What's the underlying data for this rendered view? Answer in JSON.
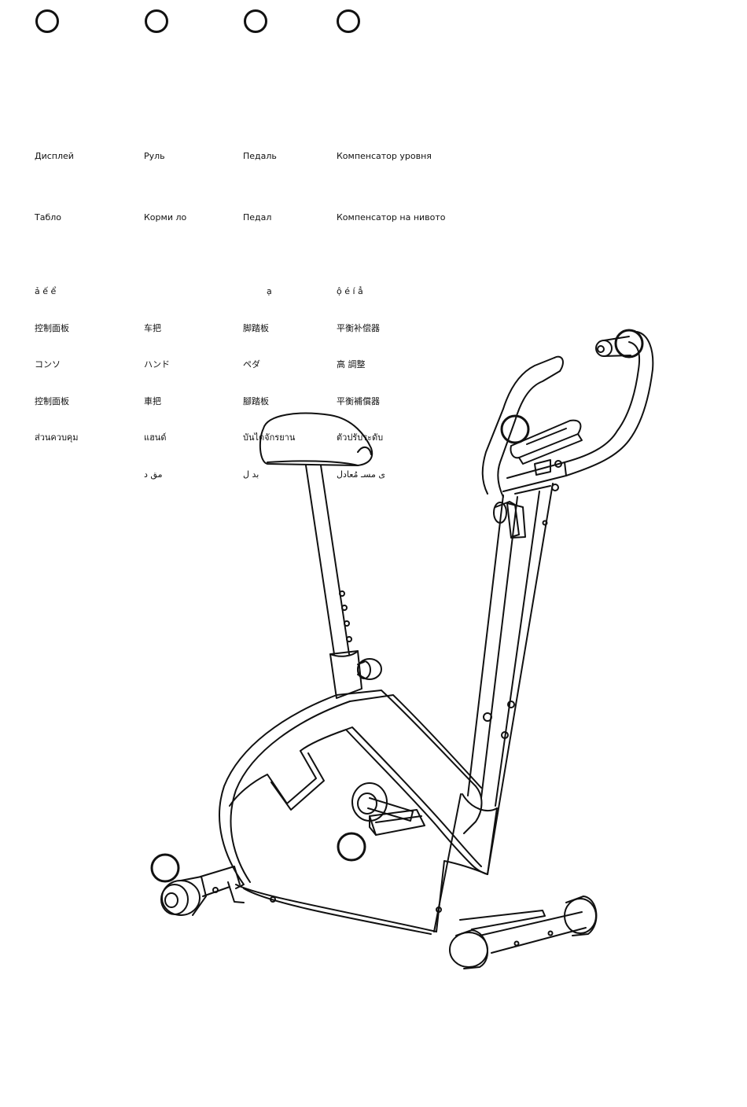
{
  "legend": [
    {
      "russian": "Дисплей",
      "bulgarian": "Табло",
      "multilang": [
        "ả ế ể",
        "控制面板",
        "コンソ",
        "控制面板",
        "ส่วนควบคุม",
        ""
      ]
    },
    {
      "russian": "Руль",
      "bulgarian": "Корми ло",
      "multilang": [
        "",
        "车把",
        "ハンド",
        "車把",
        "แฮนด์",
        "مق د"
      ]
    },
    {
      "russian": "Педаль",
      "bulgarian": "Педал",
      "multilang": [
        "ạ",
        "脚踏板",
        "ペダ",
        "腳踏板",
        "บันไดจักรยาน",
        "بد ل"
      ]
    },
    {
      "russian": "Компенсатор уровня",
      "bulgarian": "Компенсатор на нивото",
      "multilang": [
        "ộ é í ẳ",
        "平衡补偿器",
        "高 調整",
        "平衡補償器",
        "ตัวปรับระดับ",
        "ى مسـ مُعادل"
      ]
    }
  ]
}
